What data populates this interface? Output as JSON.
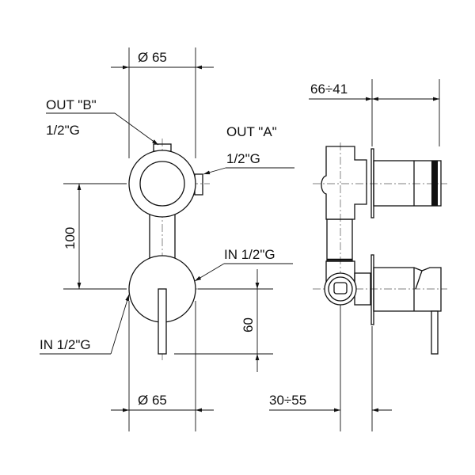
{
  "front_view": {
    "diameter_top": "Ø 65",
    "diameter_bottom": "Ø 65",
    "center_distance": "100",
    "lever_offset": "60",
    "out_b_label": "OUT \"B\"",
    "out_b_size": "1/2\"G",
    "out_a_label": "OUT \"A\"",
    "out_a_size": "1/2\"G",
    "in_right_label": "IN 1/2\"G",
    "in_left_label": "IN 1/2\"G"
  },
  "side_view": {
    "projection_range": "66÷41",
    "depth_range": "30÷55"
  }
}
